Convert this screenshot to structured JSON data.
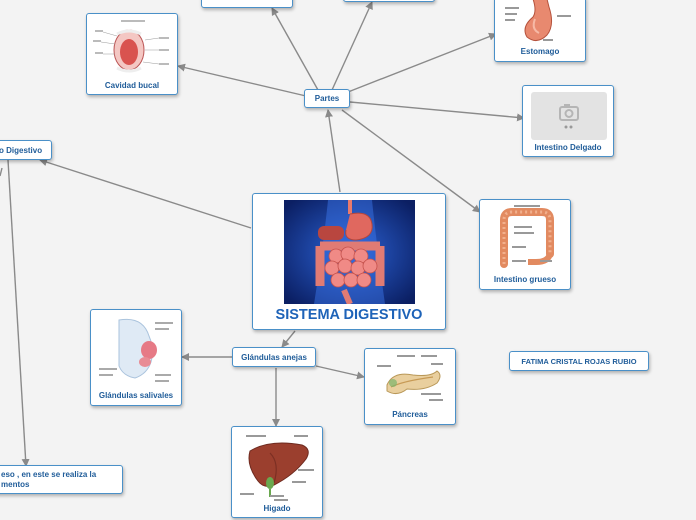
{
  "central_topic": "SISTEMA DIGESTIVO",
  "hub_partes": "Partes",
  "hub_glandulas": "Glándulas anejas",
  "left_branch_label": "o Digestivo",
  "bottom_left_note_line1": "eso , en este se realiza la",
  "bottom_left_note_line2": "mentos",
  "parts": {
    "cavidad_bucal": "Cavidad bucal",
    "estomago": "Estomago",
    "intestino_delgado": "Intestino Delgado",
    "intestino_grueso": "Intestino grueso"
  },
  "glands": {
    "salivales": "Glándulas salivales",
    "pancreas": "Páncreas",
    "higado": "Higado"
  },
  "author": "FATIMA CRISTAL ROJAS RUBIO",
  "colors": {
    "node_border": "#4a90c8",
    "node_text": "#1f5c99",
    "link": "#8a8a8a",
    "background": "#f3f3f3"
  }
}
